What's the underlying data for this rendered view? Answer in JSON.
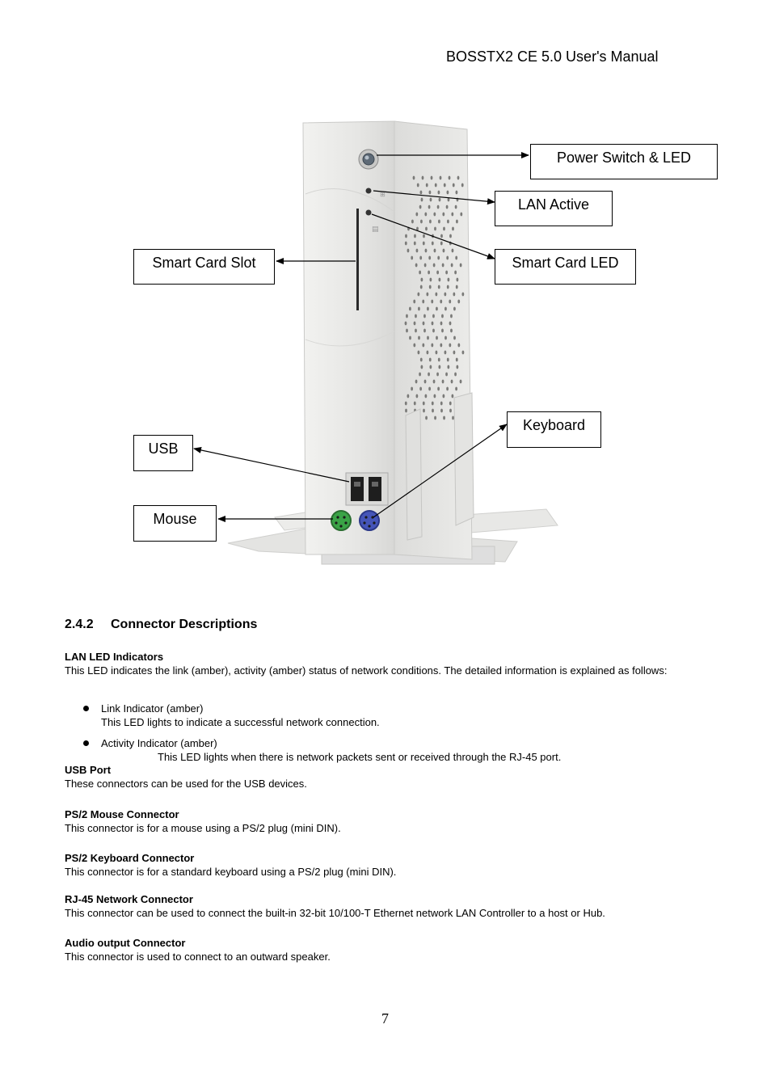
{
  "header": {
    "title": "BOSSTX2 CE 5.0 User's Manual"
  },
  "figure": {
    "callouts": {
      "power": "Power Switch & LED",
      "lan_active": "LAN Active",
      "smart_card_led": "Smart Card LED",
      "smart_card_slot": "Smart Card Slot",
      "keyboard": "Keyboard",
      "usb": "USB",
      "mouse": "Mouse"
    },
    "colors": {
      "mouse_port": "#3aa346",
      "keyboard_port": "#4555b8",
      "case": "#e8e8e6"
    }
  },
  "section": {
    "number": "2.4.2",
    "title": "Connector Descriptions"
  },
  "lan_led": {
    "title": "LAN LED Indicators",
    "body": "This LED indicates the link (amber), activity (amber) status of network conditions. The detailed information is explained as follows:",
    "items": [
      {
        "label": "Link Indicator (amber)",
        "desc": "This LED lights to indicate a successful network connection."
      },
      {
        "label": "Activity Indicator (amber)",
        "desc": "This LED lights when there is network packets sent or received through the RJ-45 port."
      }
    ]
  },
  "usb_port": {
    "title": "USB Port",
    "body": "These connectors can be used for the USB devices."
  },
  "ps2_mouse": {
    "title": "PS/2 Mouse Connector",
    "body": "This connector is for a mouse using a PS/2 plug (mini DIN)."
  },
  "ps2_keyboard": {
    "title": "PS/2 Keyboard Connector",
    "body": "This connector is for a standard keyboard using a PS/2 plug (mini DIN)."
  },
  "rj45": {
    "title": "RJ-45 Network Connector",
    "body": "This connector can be used to connect the built-in 32-bit 10/100-T Ethernet network LAN Controller to a host or Hub."
  },
  "audio": {
    "title": "Audio output Connector",
    "body": "This connector is used to connect to an outward speaker."
  },
  "page_number": "7"
}
